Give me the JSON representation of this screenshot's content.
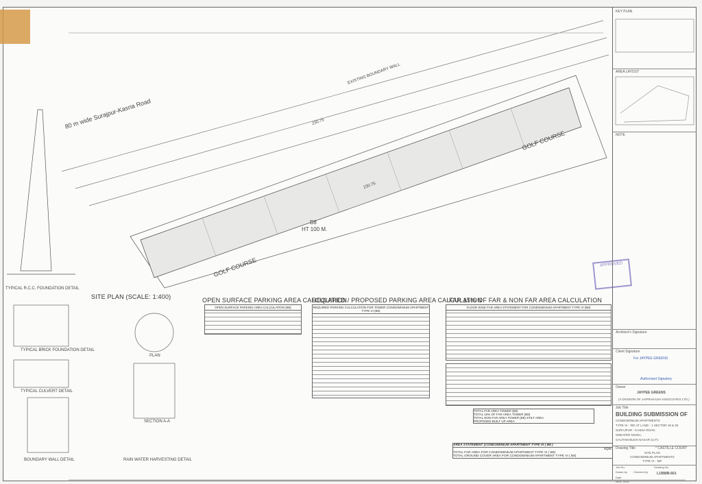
{
  "site_plan": {
    "road_label": "80 m wide Surajpur-Kasna Road",
    "golf_course_top": "GOLF COURSE",
    "golf_course_bottom": "GOLF COURSE",
    "tower_name": "B8",
    "tower_height": "HT 100 M.",
    "title": "SITE PLAN (SCALE: 1:400)",
    "boundary_label": "EXISTING BOUNDARY WALL",
    "dim_1": "230.75",
    "dim_2": "230.75"
  },
  "details": {
    "rcc_foundation": "TYPICAL R.C.C. FOUNDATION DETAIL",
    "brick_foundation": "TYPICAL BRICK FOUNDATION DETAIL",
    "culvert": "TYPICAL CULVERT DETAIL",
    "plan": "PLAN",
    "section": "SECTION A-A",
    "boundary_wall": "BOUNDARY WALL DETAIL",
    "rain_water": "RAIN WATER HARVESTING DETAIL"
  },
  "tables": {
    "open_parking_title": "OPEN SURFACE PARKING AREA CALCULATION",
    "open_parking_header": "OPEN SURFACE PARKING AREA CALCULATION (B8)",
    "required_parking_title": "REQUIRED / PROPOSED PARKING AREA CALCULATION",
    "required_parking_header": "REQUIRED PARKING CALCULATION FOR TOWER CONDOMINIUM APARTMENT TYPE VI (B8)",
    "far_title": "FAR 15% OF FAR & NON FAR AREA CALCULATION",
    "far_header": "FLOOR WISE FAR AREA STATEMENT FOR CONDOMINIUM APARTMENT TYPE VI (B8)",
    "builtup_rows": [
      "TOTAL FAR AREA TOWER (B8)",
      "TOTAL 15% OF FAR AREA TOWER (B8)",
      "TOTAL NON FAR AREA TOWER (B8) STILT AREA",
      "PROPOSED BUILT UP AREA"
    ],
    "area_statement_title": "AREA STATEMENT (CONDOMINIUM APARTMENT TYPE VI ( B8 )",
    "area_statement_rows": [
      "TOTAL FAR AREA FOR CONDOMINIUM APARTMENT TYPE VI ( B8)",
      "TOTAL GROUND COVER AREA FOR CONDOMINIUM APARTMENT TYPE VI ( B8)"
    ],
    "area_unit": "SQM."
  },
  "stamp": {
    "text": "APPROVED"
  },
  "title_block": {
    "key_plan": "KEY PLAN",
    "area_layout": "AREA LAYOUT",
    "note": "NOTE",
    "architect_signature": "Architect's Signature",
    "client_signature": "Client Signature",
    "client_name": "For JAYPEE GREENS",
    "authorised": "Authorised Signatory",
    "owner_label": "Owner",
    "owner": "JAYPEE GREENS",
    "owner_sub": "(A DIVISION OF JAIPRAKASH ASSOCIATES LTD.)",
    "job_title_label": "Job Title",
    "job_title": "BUILDING SUBMISSION OF",
    "job_lines": [
      "CONDOMINIUM APARTMENTS",
      "TYPE VI - 'B8' AT LAND - 1 SECTOR 19 & 25",
      "SURAJPUR - KASNA ROAD",
      "GREATER NOIDA,",
      "GAUTAM BUDH NAGAR (U.P.)"
    ],
    "drawing_title_label": "Drawing Title",
    "project": "* CASTILLE COURT",
    "drawing_title_lines": [
      "SITE PLAN",
      "CONDOMINIUM APARTMENTS",
      "TYPE VI - 'B8'"
    ],
    "job_no_label": "Job No.",
    "drawn_by_label": "Drawn by",
    "checked_by_label": "Checked by",
    "date_label": "Date",
    "date": "NOV, 2014",
    "drawing_no_label": "Drawing No.",
    "drawing_no": "L1/B8/B-601"
  }
}
